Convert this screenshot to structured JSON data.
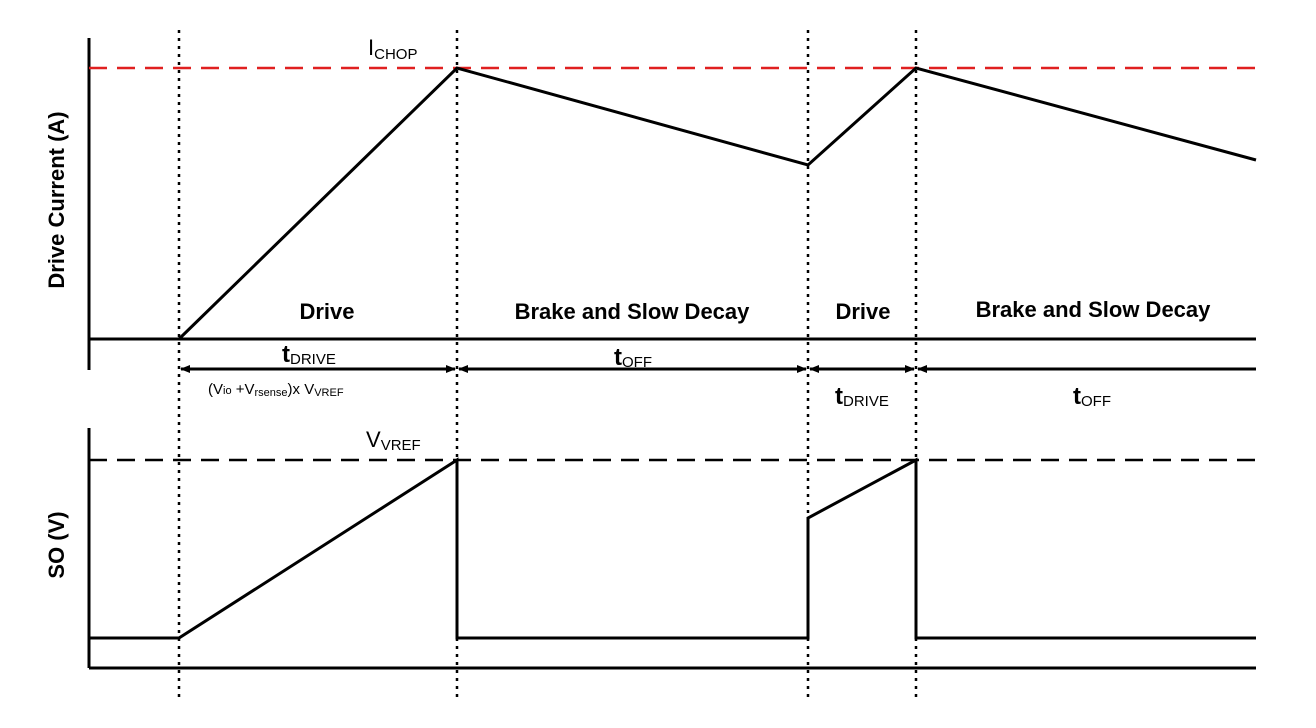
{
  "title": "Drive current and SO voltage timing diagram",
  "top_plot": {
    "ylabel": "Drive Current (A)",
    "ichop": {
      "main": "I",
      "sub": "CHOP"
    },
    "phases": [
      "Drive",
      "Brake and Slow Decay",
      "Drive",
      "Brake and Slow Decay"
    ]
  },
  "timing": {
    "t_drive_1": {
      "main": "t",
      "sub": "DRIVE"
    },
    "t_off_1": {
      "main": "t",
      "sub": "OFF"
    },
    "t_drive_2": {
      "main": "t",
      "sub": "DRIVE"
    },
    "t_off_2": {
      "main": "t",
      "sub": "OFF"
    },
    "formula": {
      "p1": "(V",
      "s1": "io",
      "p2": " +V",
      "s2": "rsense",
      "p3": ")x V",
      "s3": "VREF"
    }
  },
  "bottom_plot": {
    "ylabel": "SO (V)",
    "vvref": {
      "main": "V",
      "sub": "VREF"
    }
  },
  "colors": {
    "ichop_line": "#e02020",
    "line": "#000000"
  }
}
